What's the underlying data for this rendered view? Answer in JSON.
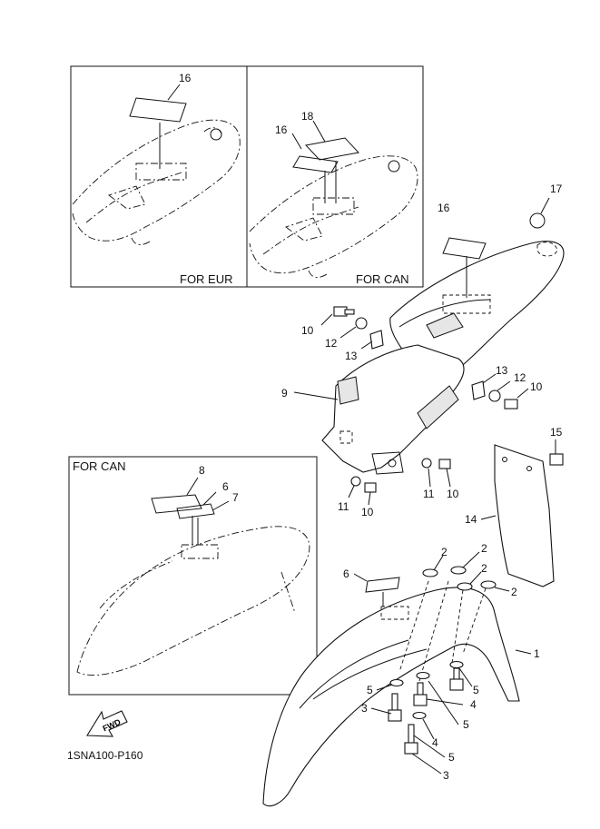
{
  "insets": {
    "eur_title": "FOR EUR",
    "can_rear_title": "FOR CAN",
    "can_front_title": "FOR CAN"
  },
  "callouts": {
    "c16_eur": "16",
    "c18": "18",
    "c16_can": "16",
    "c16_main": "16",
    "c17": "17",
    "c10_a": "10",
    "c12_a": "12",
    "c13_a": "13",
    "c9": "9",
    "c13_b": "13",
    "c12_b": "12",
    "c10_b": "10",
    "c15": "15",
    "c11_a": "11",
    "c10_c": "10",
    "c11_b": "11",
    "c10_d": "10",
    "c14": "14",
    "c8": "8",
    "c6_inset": "6",
    "c7": "7",
    "c2_a": "2",
    "c2_b": "2",
    "c2_c": "2",
    "c2_d": "2",
    "c6_main": "6",
    "c1": "1",
    "c5_a": "5",
    "c5_b": "5",
    "c3_a": "3",
    "c4_a": "4",
    "c5_c": "5",
    "c4_b": "4",
    "c5_d": "5",
    "c3_b": "3"
  },
  "fwd_label": "FWD",
  "drawing_code": "1SNA100-P160"
}
